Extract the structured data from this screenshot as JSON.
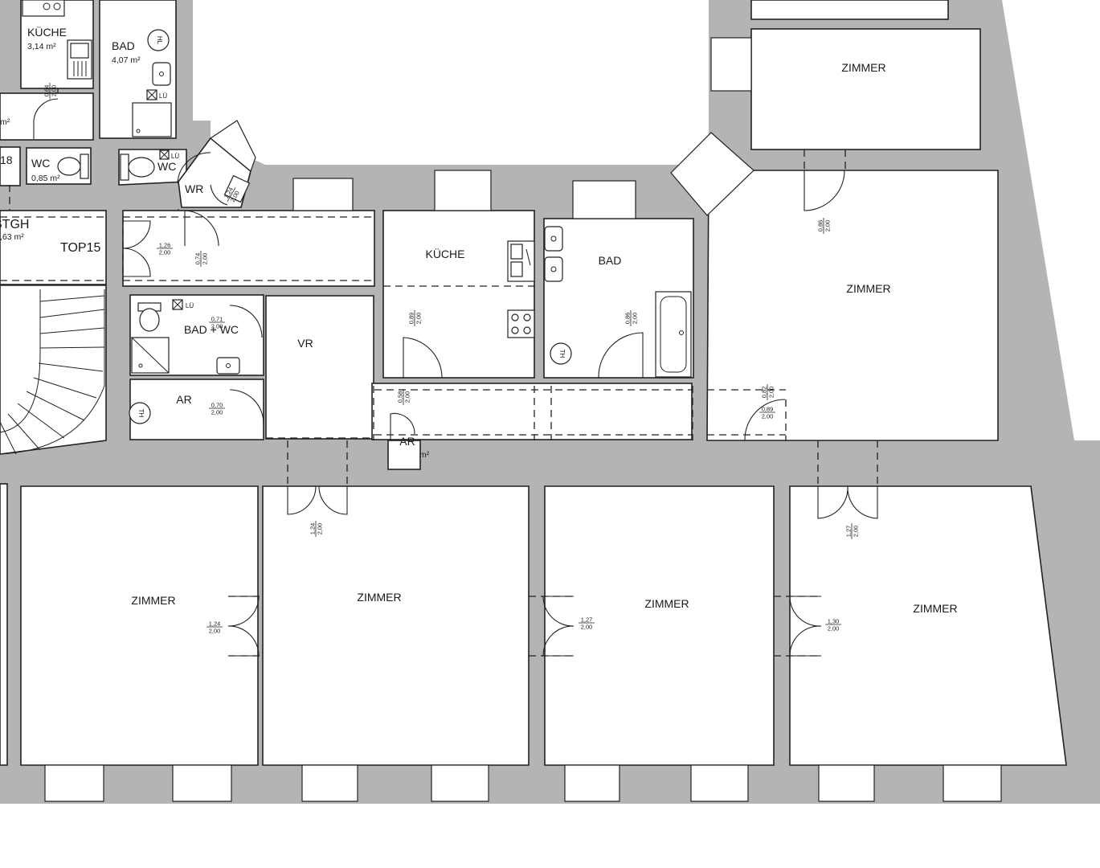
{
  "unit_label": "TOP15",
  "rooms": {
    "zimmer_top": "ZIMMER",
    "zimmer_right": "ZIMMER",
    "zimmer_b1": "ZIMMER",
    "zimmer_b2": "ZIMMER",
    "zimmer_b3": "ZIMMER",
    "zimmer_b4": "ZIMMER",
    "kueche_mid": "KÜCHE",
    "bad_mid": "BAD",
    "vr": "VR",
    "bad_wc": "BAD + WC",
    "ar": "AR",
    "ar_small": "AR",
    "kueche_tl": "KÜCHE",
    "bad_tl": "BAD",
    "wc_left": "WC",
    "wc_mid": "WC",
    "wr": "WR",
    "stgh": "STGH",
    "room18": "18"
  },
  "areas": {
    "kueche_tl": "3,14 m²",
    "bad_tl": "4,07 m²",
    "wc_left": "0,85 m²",
    "stgh": ",63 m²",
    "room_left": "m²",
    "ar_small": "m²"
  },
  "fixtures": {
    "lu": "LÜ",
    "th": "TH",
    "hl": "HL"
  },
  "door_dims": [
    {
      "w": "1,26",
      "h": "2,00"
    },
    {
      "w": "0,74",
      "h": "2,00"
    },
    {
      "w": "0,71",
      "h": "2,00"
    },
    {
      "w": "0,70",
      "h": "2,00"
    },
    {
      "w": "0,89",
      "h": "2,00"
    },
    {
      "w": "0,58",
      "h": "2,00"
    },
    {
      "w": "0,86",
      "h": "2,00"
    },
    {
      "w": "0,82",
      "h": "2,00"
    },
    {
      "w": "0,89",
      "h": "2,00"
    },
    {
      "w": "0,86",
      "h": "2,00"
    },
    {
      "w": "1,24",
      "h": "2,00"
    },
    {
      "w": "1,27",
      "h": "2,00"
    },
    {
      "w": "1,24",
      "h": "2,00"
    },
    {
      "w": "1,27",
      "h": "2,00"
    },
    {
      "w": "1,30",
      "h": "2,00"
    },
    {
      "w": "0,64",
      "h": "2,00"
    },
    {
      "w": "1,24",
      "h": "2,00"
    }
  ],
  "colors": {
    "wall": "#b4b4b4",
    "line": "#222222",
    "background": "#ffffff"
  }
}
